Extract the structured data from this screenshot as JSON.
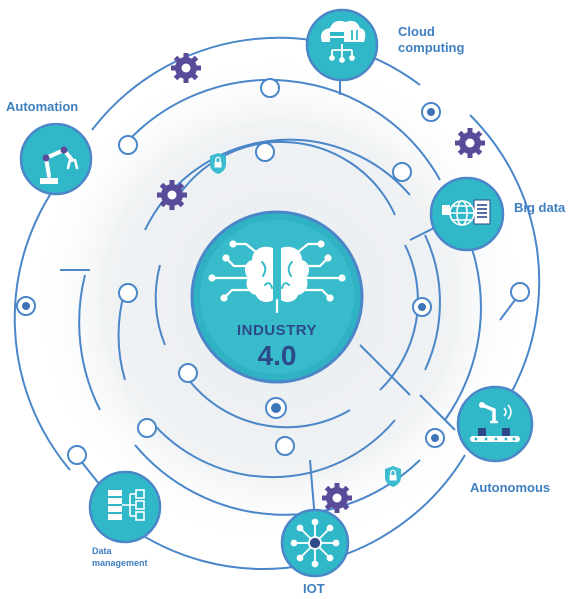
{
  "center": {
    "title": "INDUSTRY",
    "version": "4.0",
    "icon": "brain-circuit-icon"
  },
  "nodes": [
    {
      "label": "Cloud computing",
      "icon": "cloud-server-icon"
    },
    {
      "label": "Automation",
      "icon": "robot-arm-icon"
    },
    {
      "label": "Big data",
      "icon": "globe-document-icon"
    },
    {
      "label": "Autonomous",
      "icon": "conveyor-robot-icon"
    },
    {
      "label": "Data management",
      "icon": "server-network-icon"
    },
    {
      "label": "IOT",
      "icon": "network-hub-icon"
    }
  ],
  "colors": {
    "teal": "#31b8c8",
    "teal_dark": "#2aa7b8",
    "line_blue": "#4a86c8",
    "gear_purple": "#5a4a9a",
    "text_blue": "#3d7fc0",
    "title_navy": "#2c4a8a"
  }
}
